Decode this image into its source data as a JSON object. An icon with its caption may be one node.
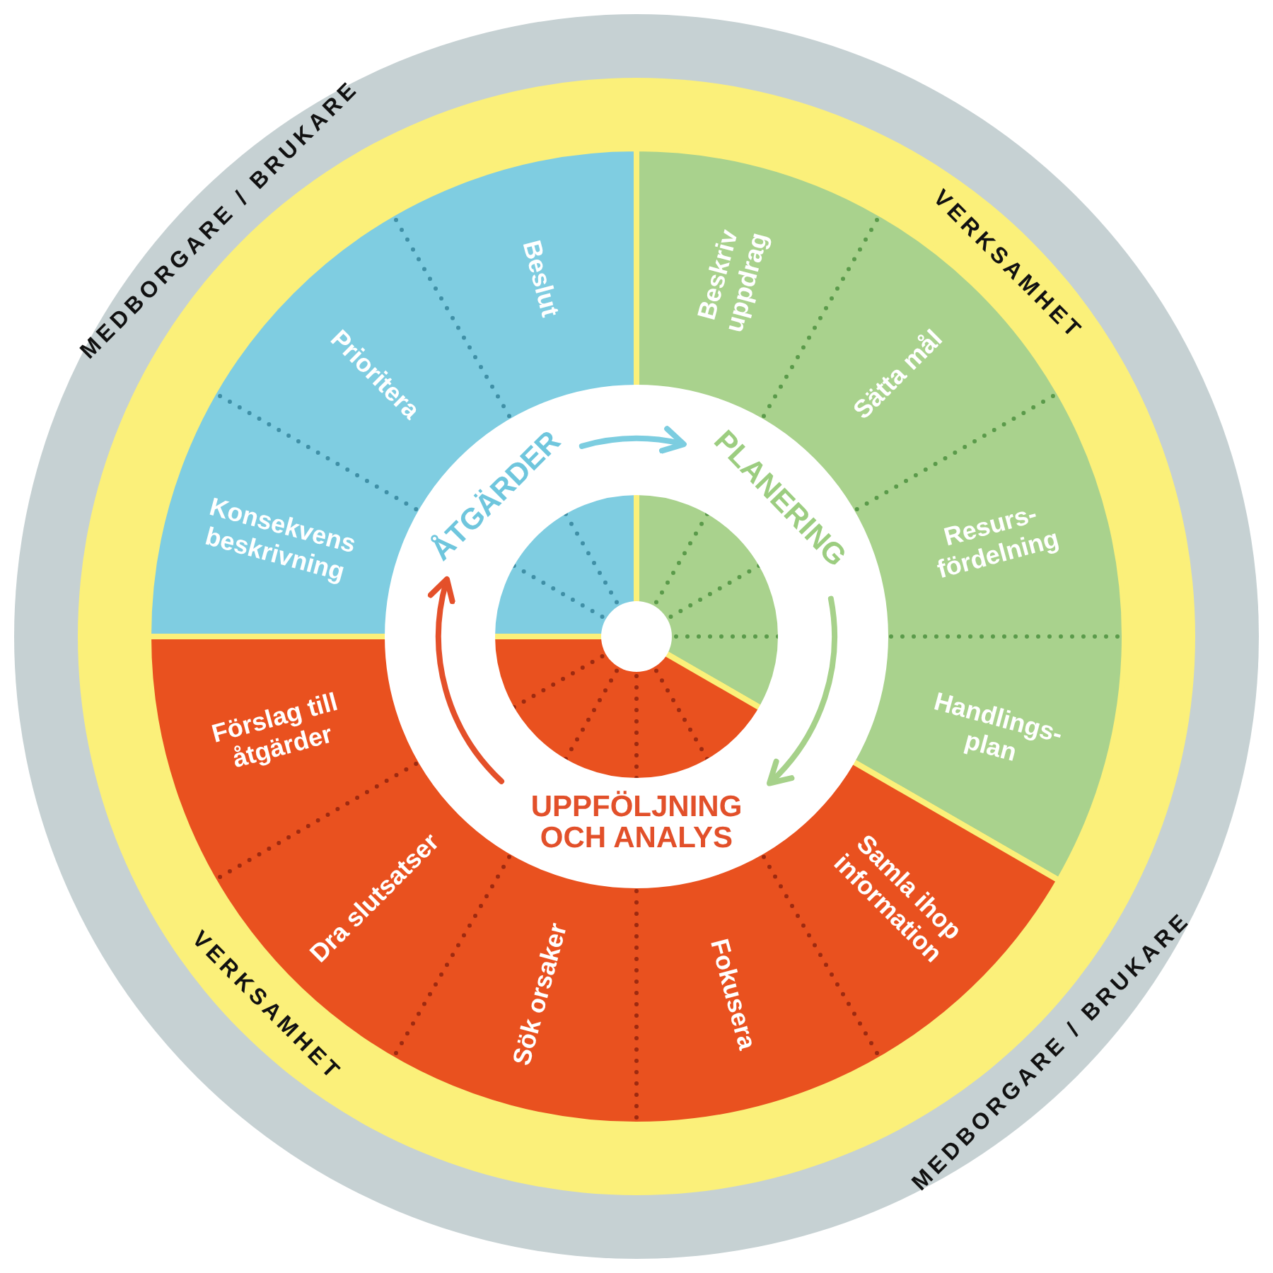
{
  "diagram": {
    "nodes": [
      {
        "text": [
          "ÅTGÄRDER"
        ]
      },
      {
        "text": [
          "PLANERING"
        ]
      },
      {
        "text": [
          "UPPFÖLJNING OCH ANALYS"
        ]
      },
      {
        "text": [
          "Beslut"
        ]
      },
      {
        "text": [
          "Prioritera"
        ]
      },
      {
        "text": [
          "Konsekvens beskrivning"
        ]
      },
      {
        "text": [
          "Beskriv uppdrag"
        ]
      },
      {
        "text": [
          "Sätta mål"
        ]
      },
      {
        "text": [
          "Resurs- fördelning"
        ]
      },
      {
        "text": [
          "Handlings- plan"
        ]
      },
      {
        "text": [
          "Samla ihop information"
        ]
      },
      {
        "text": [
          "Fokusera"
        ]
      },
      {
        "text": [
          "Sök orsaker"
        ]
      },
      {
        "text": [
          "Dra slutsatser"
        ]
      },
      {
        "text": [
          "Förslag till åtgärder"
        ]
      }
    ],
    "edges": [
      {
        "from": 0,
        "to": 1,
        "arrow": "to",
        "color": "#7ccde0"
      },
      {
        "from": 1,
        "to": 2,
        "arrow": "to",
        "color": "#a6d18a"
      },
      {
        "from": 2,
        "to": 0,
        "arrow": "to",
        "color": "#e4502a"
      }
    ],
    "labels": [
      "MEDBORGARE / BRUKARE",
      "VERKSAMHET",
      "VERKSAMHET",
      "MEDBORGARE / BRUKARE"
    ]
  }
}
